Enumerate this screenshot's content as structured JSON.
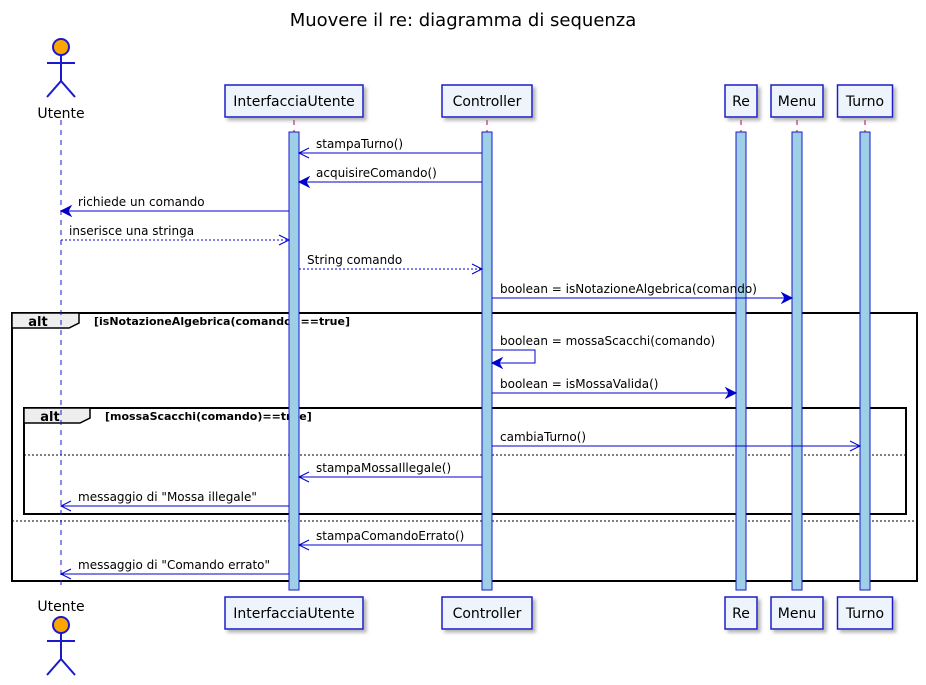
{
  "diagram": {
    "title": "Muovere il re: diagramma di sequenza",
    "colors": {
      "arrow": "#0000cc",
      "box_fill": "#eef4fb",
      "box_stroke": "#1a1acc",
      "activation_fill": "#9dcfe6",
      "actor_head": "#ffa500",
      "frame_header": "#eeeeee"
    },
    "participants": [
      {
        "id": "utente",
        "label": "Utente",
        "kind": "actor"
      },
      {
        "id": "ui",
        "label": "InterfacciaUtente",
        "kind": "box"
      },
      {
        "id": "ctrl",
        "label": "Controller",
        "kind": "box"
      },
      {
        "id": "re",
        "label": "Re",
        "kind": "box"
      },
      {
        "id": "menu",
        "label": "Menu",
        "kind": "box"
      },
      {
        "id": "turno",
        "label": "Turno",
        "kind": "box"
      }
    ],
    "messages": [
      {
        "from": "ctrl",
        "to": "ui",
        "label": "stampaTurno()",
        "style": "open"
      },
      {
        "from": "ctrl",
        "to": "ui",
        "label": "acquisireComando()",
        "style": "solid"
      },
      {
        "from": "ui",
        "to": "utente",
        "label": "richiede un comando",
        "style": "solid"
      },
      {
        "from": "utente",
        "to": "ui",
        "label": "inserisce una stringa",
        "style": "dashed-open"
      },
      {
        "from": "ui",
        "to": "ctrl",
        "label": "String comando",
        "style": "dashed-open"
      },
      {
        "from": "ctrl",
        "to": "menu",
        "label": "boolean = isNotazioneAlgebrica(comando)",
        "style": "solid"
      },
      {
        "from": "ctrl",
        "to": "ctrl",
        "label": "boolean = mossaScacchi(comando)",
        "style": "solid"
      },
      {
        "from": "ctrl",
        "to": "re",
        "label": "boolean = isMossaValida()",
        "style": "solid"
      },
      {
        "from": "ctrl",
        "to": "turno",
        "label": "cambiaTurno()",
        "style": "open"
      },
      {
        "from": "ctrl",
        "to": "ui",
        "label": "stampaMossaIllegale()",
        "style": "open"
      },
      {
        "from": "ui",
        "to": "utente",
        "label": "messaggio di \"Mossa illegale\"",
        "style": "open"
      },
      {
        "from": "ctrl",
        "to": "ui",
        "label": "stampaComandoErrato()",
        "style": "open"
      },
      {
        "from": "ui",
        "to": "utente",
        "label": "messaggio di \"Comando errato\"",
        "style": "open"
      }
    ],
    "fragments": [
      {
        "keyword": "alt",
        "guard": "[isNotazioneAlgebrica(comando) ==true]"
      },
      {
        "keyword": "alt",
        "guard": "[mossaScacchi(comando)==true]"
      }
    ]
  }
}
